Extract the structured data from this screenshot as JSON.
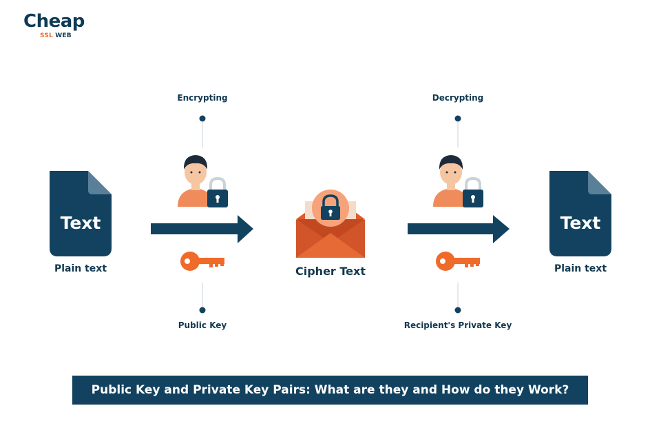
{
  "logo": {
    "word": "Cheap",
    "ssl": "SSL",
    "web": "WEB"
  },
  "left_doc": {
    "inner": "Text",
    "label": "Plain text"
  },
  "right_doc": {
    "inner": "Text",
    "label": "Plain text"
  },
  "encrypt_label": "Encrypting",
  "decrypt_label": "Decrypting",
  "public_key_label": "Public Key",
  "private_key_label": "Recipient's Private Key",
  "cipher_label": "Cipher Text",
  "banner": "Public Key and Private Key Pairs: What are they and How do they Work?",
  "colors": {
    "navy": "#12425f",
    "orange": "#f06a2a",
    "envelope_dark": "#c2481f",
    "skin": "#f6c6a2"
  }
}
